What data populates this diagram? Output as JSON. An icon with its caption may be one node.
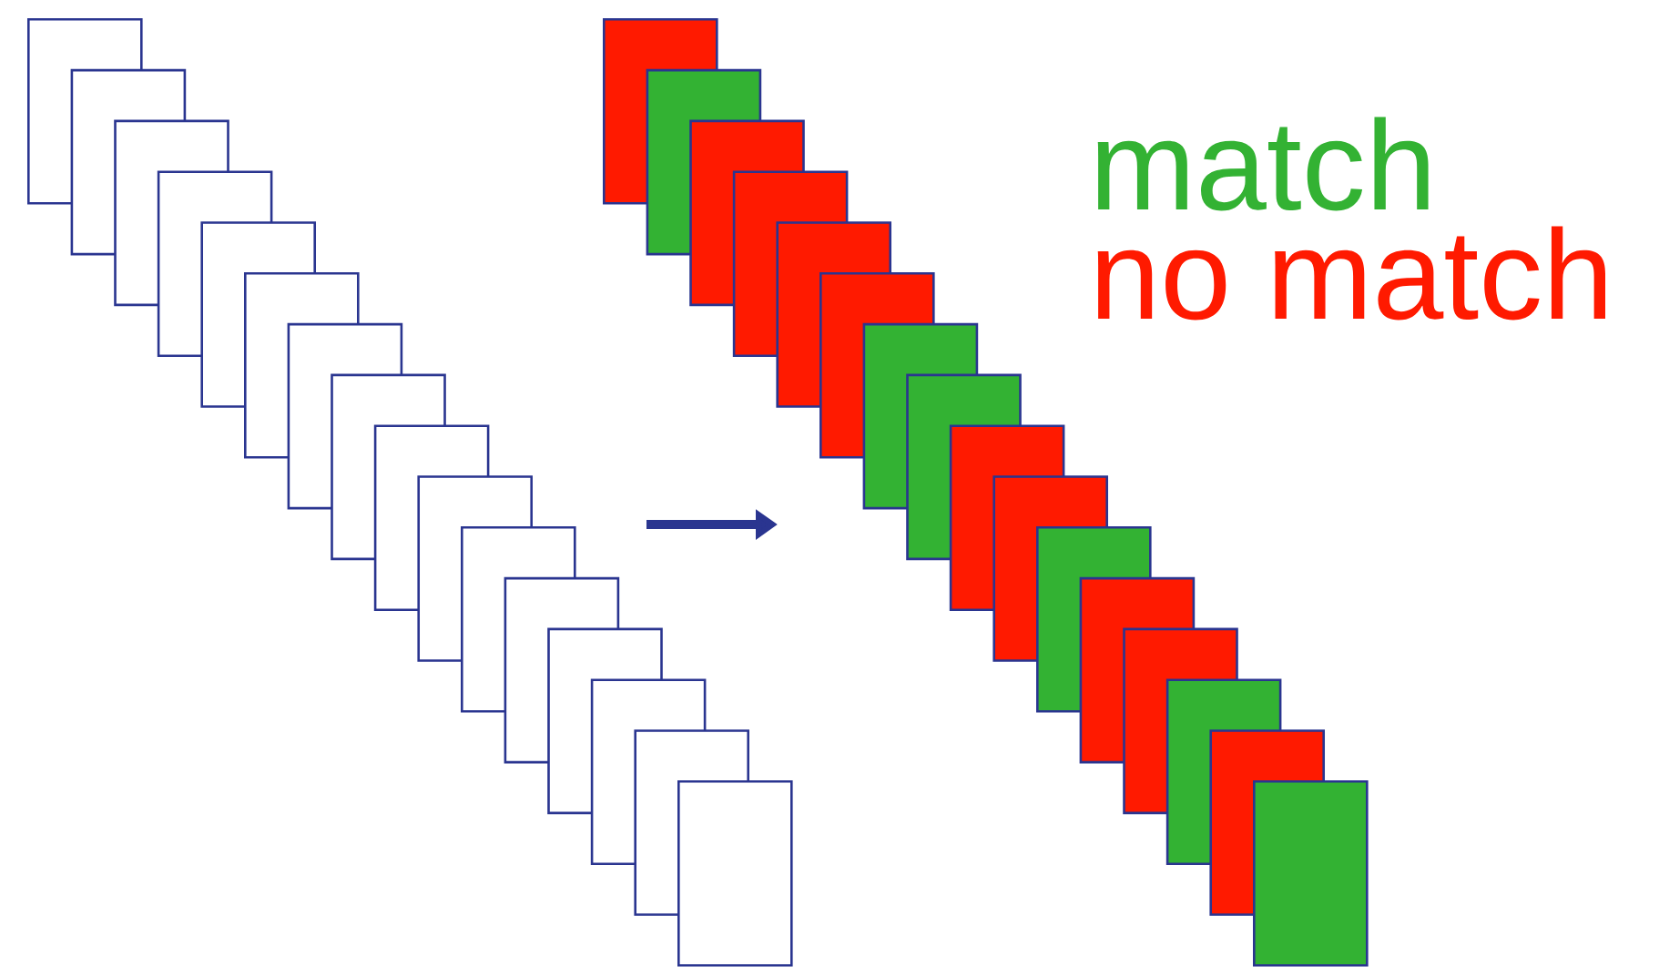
{
  "diagram": {
    "nodes": [
      {
        "text": [],
        "shape": "box"
      },
      {
        "text": [],
        "shape": "box"
      },
      {
        "text": [],
        "shape": "box"
      },
      {
        "text": [],
        "shape": "box"
      },
      {
        "text": [],
        "shape": "box"
      },
      {
        "text": [],
        "shape": "box"
      },
      {
        "text": [],
        "shape": "box"
      },
      {
        "text": [],
        "shape": "box"
      },
      {
        "text": [],
        "shape": "box"
      },
      {
        "text": [],
        "shape": "box"
      },
      {
        "text": [],
        "shape": "box"
      },
      {
        "text": [],
        "shape": "box"
      },
      {
        "text": [],
        "shape": "box"
      },
      {
        "text": [],
        "shape": "box"
      },
      {
        "text": [],
        "shape": "box"
      },
      {
        "text": [],
        "shape": "box"
      },
      {
        "text": [],
        "shape": "box"
      },
      {
        "text": [],
        "shape": "box"
      },
      {
        "text": [],
        "shape": "box"
      },
      {
        "text": [],
        "shape": "box"
      },
      {
        "text": [],
        "shape": "box"
      },
      {
        "text": [],
        "shape": "box"
      },
      {
        "text": [],
        "shape": "box"
      },
      {
        "text": [],
        "shape": "box"
      },
      {
        "text": [],
        "shape": "box"
      },
      {
        "text": [],
        "shape": "box"
      },
      {
        "text": [],
        "shape": "box"
      },
      {
        "text": [],
        "shape": "box"
      },
      {
        "text": [],
        "shape": "box"
      },
      {
        "text": [],
        "shape": "box"
      },
      {
        "text": [],
        "shape": "box"
      },
      {
        "text": [],
        "shape": "box"
      }
    ],
    "legend": [
      {
        "text": "match",
        "color": "#33b233"
      },
      {
        "text": "no match",
        "color": "#ff1a00"
      }
    ]
  }
}
